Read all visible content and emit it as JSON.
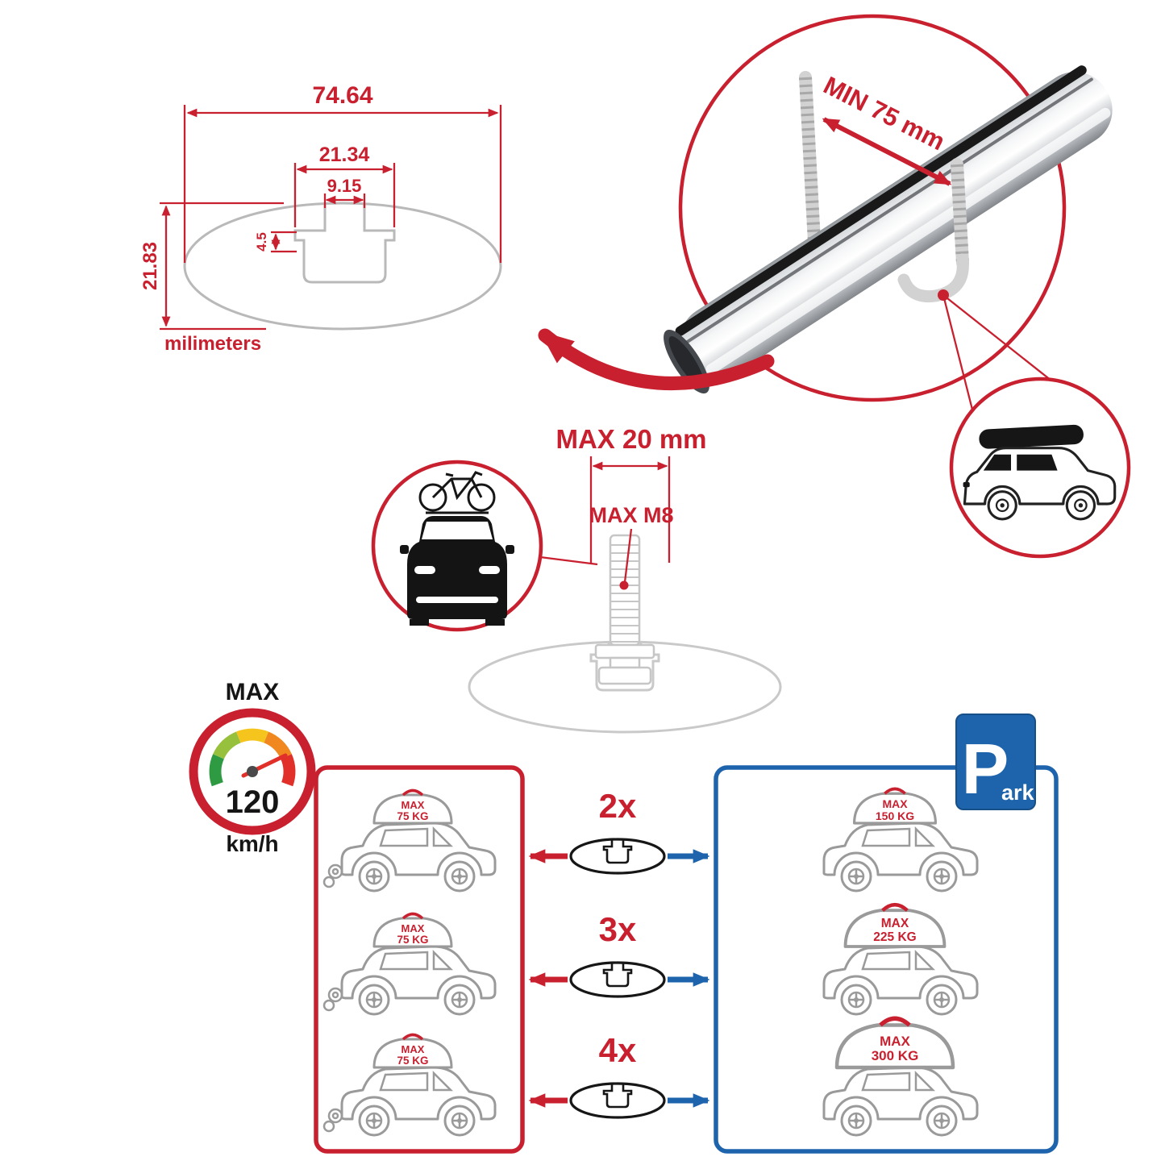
{
  "colors": {
    "accent_red": "#c8202f",
    "accent_blue": "#1e64ad",
    "outline_gray": "#b9b9b9",
    "car_gray": "#9a9a9a"
  },
  "cross_section": {
    "total_width": "74.64",
    "channel_width": "21.34",
    "slot_width": "9.15",
    "lip_depth": "4.5",
    "total_height": "21.83",
    "unit": "milimeters"
  },
  "bar_detail": {
    "clamp_min_label": "MIN 75 mm"
  },
  "mount_bolt": {
    "max_length_label": "MAX 20 mm",
    "max_thread_label": "MAX M8"
  },
  "speed_limit": {
    "label": "MAX",
    "value": "120",
    "unit": "km/h"
  },
  "parking_sign": {
    "letter": "P",
    "suffix": "ark"
  },
  "load_chart": {
    "rows": [
      {
        "multiplier": "2x",
        "driving": {
          "label": "MAX",
          "value": "75 KG"
        },
        "parked": {
          "label": "MAX",
          "value": "150 KG"
        }
      },
      {
        "multiplier": "3x",
        "driving": {
          "label": "MAX",
          "value": "75 KG"
        },
        "parked": {
          "label": "MAX",
          "value": "225 KG"
        }
      },
      {
        "multiplier": "4x",
        "driving": {
          "label": "MAX",
          "value": "75 KG"
        },
        "parked": {
          "label": "MAX",
          "value": "300 KG"
        }
      }
    ]
  }
}
